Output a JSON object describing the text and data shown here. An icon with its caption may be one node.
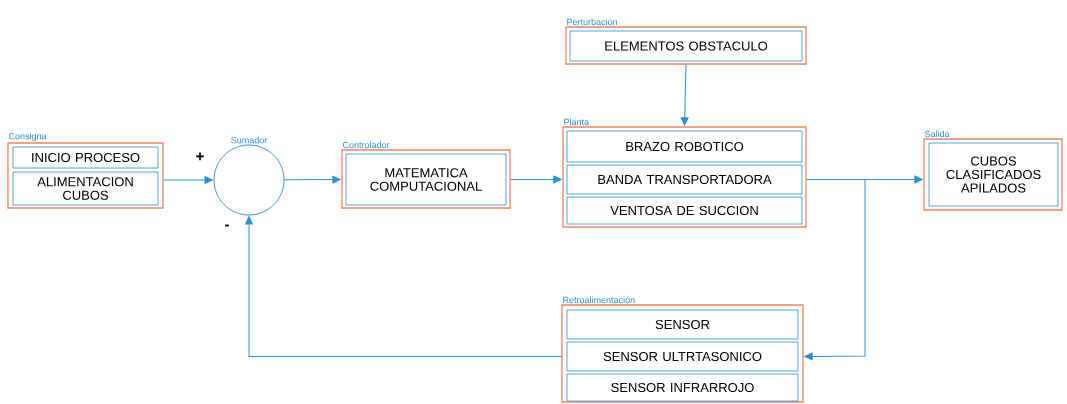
{
  "diagram": {
    "nodes": [
      {
        "text": [
          "Consigna"
        ]
      },
      {
        "text": [
          "INICIO PROCESO"
        ],
        "in": 0
      },
      {
        "text": [
          "ALIMENTACION CUBOS"
        ],
        "in": 0
      },
      {
        "text": [
          "Sumador"
        ],
        "beside": [
          "+",
          "-"
        ]
      },
      {
        "text": [
          "Controlador"
        ]
      },
      {
        "text": [
          "MATEMATICA COMPUTACIONAL"
        ],
        "in": 4
      },
      {
        "text": [
          "Perturbación"
        ]
      },
      {
        "text": [
          "ELEMENTOS OBSTACULO"
        ],
        "in": 6
      },
      {
        "text": [
          "Planta"
        ]
      },
      {
        "text": [
          "BRAZO ROBOTICO"
        ],
        "in": 8
      },
      {
        "text": [
          "BANDA TRANSPORTADORA"
        ],
        "in": 8
      },
      {
        "text": [
          "VENTOSA DE SUCCION"
        ],
        "in": 8
      },
      {
        "text": [
          "Salida"
        ]
      },
      {
        "text": [
          "CUBOS CLASIFICADOS APILADOS"
        ],
        "in": 12
      },
      {
        "text": [
          "Retroalimentación"
        ]
      },
      {
        "text": [
          "SENSOR"
        ],
        "in": 14
      },
      {
        "text": [
          "SENSOR ULTRTASONICO"
        ],
        "in": 14
      },
      {
        "text": [
          "SENSOR INFRARROJO"
        ],
        "in": 14
      }
    ],
    "edges": [
      {
        "from": 0,
        "to": 3,
        "arrow": "to"
      },
      {
        "from": 3,
        "to": 4,
        "arrow": "to"
      },
      {
        "from": 4,
        "to": 8,
        "arrow": "to"
      },
      {
        "from": 6,
        "to": 8,
        "arrow": "to"
      },
      {
        "from": 8,
        "to": 12,
        "arrow": "to"
      },
      {
        "from": 8,
        "to": 14,
        "arrow": "to"
      },
      {
        "from": 14,
        "to": 3,
        "arrow": "to"
      }
    ]
  }
}
